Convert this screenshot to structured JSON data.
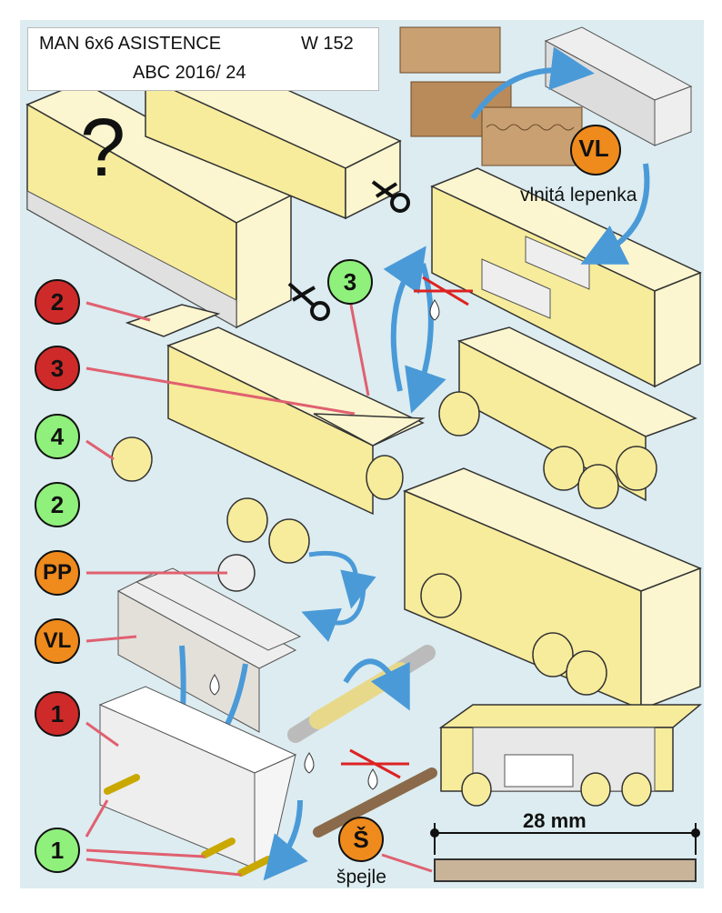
{
  "title": {
    "model": "MAN 6x6 ASISTENCE",
    "code": "W 152",
    "issue": "ABC  2016/ 24"
  },
  "question_mark": "?",
  "materials": {
    "corrugated_label": "vlnitá lepenka",
    "skewer_label": "špejle"
  },
  "dimension": "28 mm",
  "badges": {
    "red": [
      "2",
      "3",
      "1"
    ],
    "green": [
      "4",
      "2",
      "3",
      "1"
    ],
    "orange": [
      "PP",
      "VL",
      "VL",
      "Š"
    ]
  },
  "colors": {
    "background": "#dcecf0",
    "part_yellow": "#f7ec9c",
    "part_light": "#fbf6cf",
    "red_badge": "#cf2a2a",
    "green_badge": "#8ff07c",
    "orange_badge": "#ef8a1c",
    "arrow_blue": "#4a9ad8",
    "leader_pink": "#e06070",
    "skewer_brown": "#c9b49a",
    "cardboard": "#c8a072"
  }
}
